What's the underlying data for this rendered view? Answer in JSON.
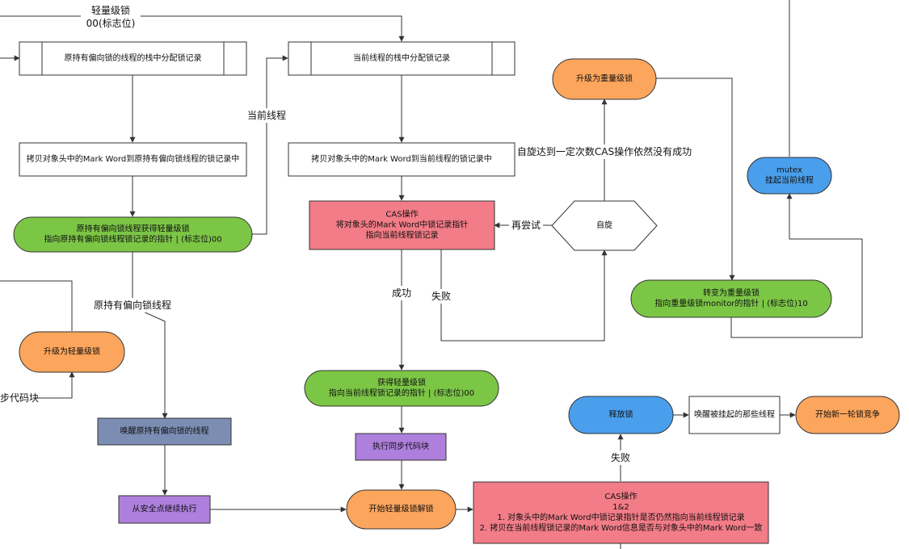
{
  "nodes": {
    "alloc_biased": "原持有偏向锁的线程的栈中分配锁记录",
    "alloc_current": "当前线程的栈中分配锁记录",
    "copy_biased": "拷贝对象头中的Mark Word到原持有偏向锁线程的锁记录中",
    "copy_current": "拷贝对象头中的Mark Word到当前线程的锁记录中",
    "biased_gets_lock": [
      "原持有偏向锁线程获得轻量级锁",
      "指向原持有偏向锁线程锁记录的指针 | (标志位)00"
    ],
    "cas1": [
      "CAS操作",
      "将对象头的Mark Word中锁记录指针",
      "指向当前线程锁记录"
    ],
    "spin": "自旋",
    "upgrade_heavy": "升级为重量级锁",
    "mutex": [
      "mutex",
      "挂起当前线程"
    ],
    "become_heavy": [
      "转变为重量级锁",
      "指向重量级锁monitor的指针 | (标志位)10"
    ],
    "upgrade_light": "升级为轻量级锁",
    "sync_block_cut": "步代码块",
    "gets_light": [
      "获得轻量级锁",
      "指向当前线程锁记录的指针 | (标志位)00"
    ],
    "wake_biased": "唤醒原持有偏向锁的线程",
    "exec_sync": "执行同步代码块",
    "release": "释放锁",
    "wake_suspended": "唤醒被挂起的那些线程",
    "new_round": "开始新一轮锁竞争",
    "continue_safepoint": "从安全点继续执行",
    "start_unlock": "开始轻量级锁解锁",
    "cas2": [
      "CAS操作",
      "1&2",
      "1. 对象头中的Mark Word中锁记录指针是否仍然指向当前线程锁记录",
      "2. 拷贝在当前线程锁记录的Mark Word信息是否与对象头中的Mark Word一致"
    ]
  },
  "labels": {
    "lightweight_top": [
      "轻量级锁",
      "00(标志位)"
    ],
    "current_thread": "当前线程",
    "spin_until": "自旋达到一定次数CAS操作依然没有成功",
    "retry": "再尝试",
    "success": "成功",
    "fail_cas1": "失败",
    "biased_thread": "原持有偏向锁线程",
    "fail_cas2": "失败"
  },
  "colors": {
    "orange": "#fca55c",
    "green": "#7cc646",
    "blue": "#4a9fec",
    "red": "#f27c87",
    "slate": "#7b8db3",
    "purple": "#ae7fdd",
    "white": "#ffffff",
    "stroke": "#333333"
  }
}
